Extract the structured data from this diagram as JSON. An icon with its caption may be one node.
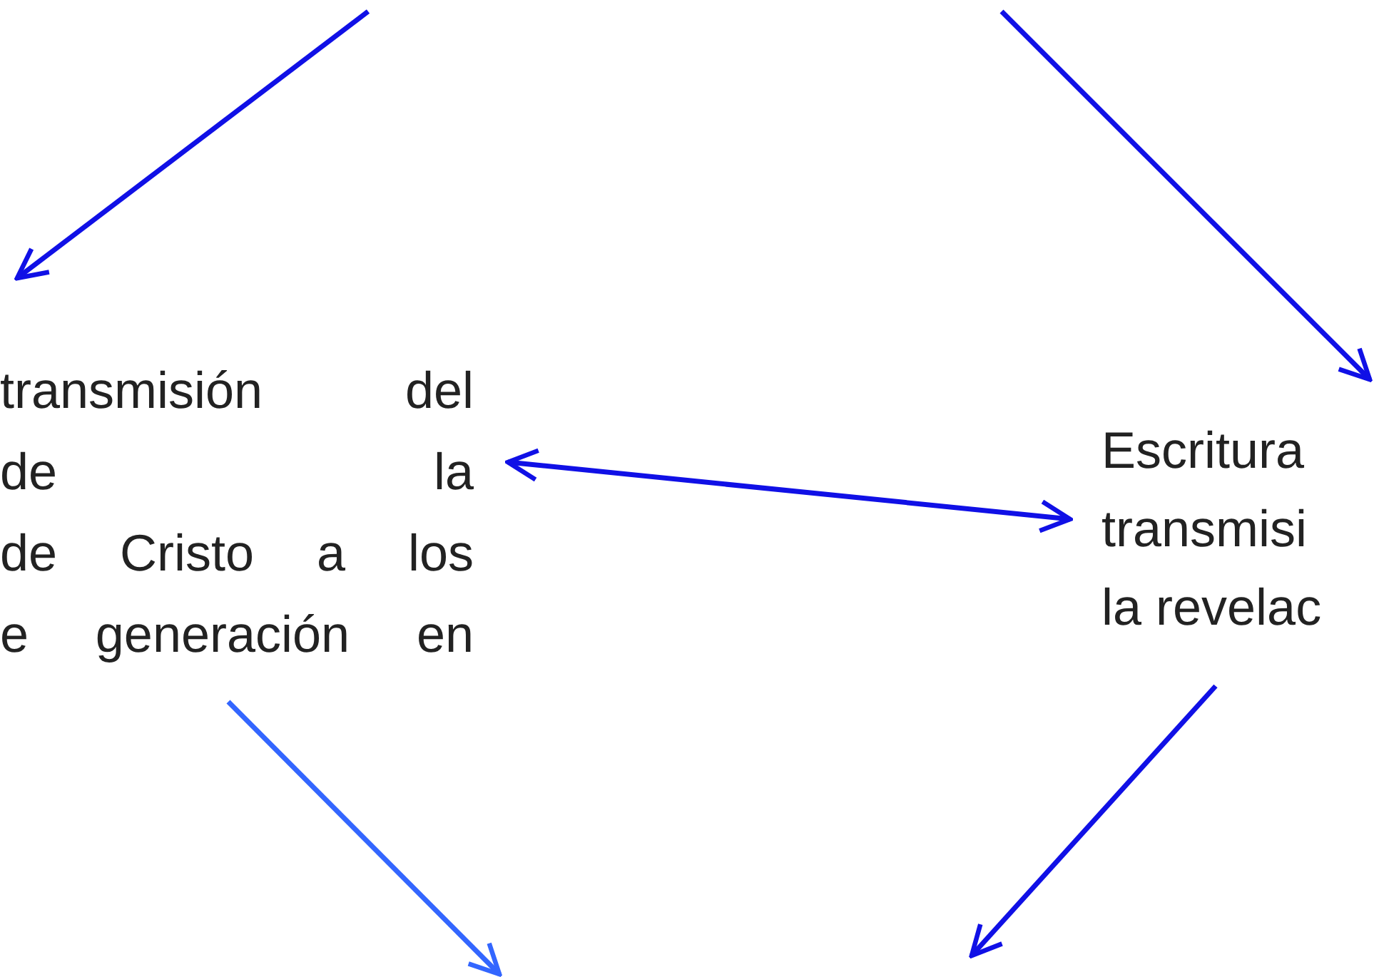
{
  "diagram": {
    "nodes": [
      {
        "text": [
          "transmisión del de la de Cristo a los e generación en"
        ]
      },
      {
        "text": [
          "Escritura transmisi la revelac"
        ]
      }
    ],
    "edges": [
      {
        "from": null,
        "to": 0,
        "arrow": "to"
      },
      {
        "from": null,
        "to": 1,
        "arrow": "to"
      },
      {
        "from": 0,
        "to": 1,
        "arrow": "both"
      },
      {
        "from": 0,
        "to": null,
        "arrow": "to",
        "color": "#3366ff"
      },
      {
        "from": 1,
        "to": null,
        "arrow": "to"
      }
    ]
  }
}
